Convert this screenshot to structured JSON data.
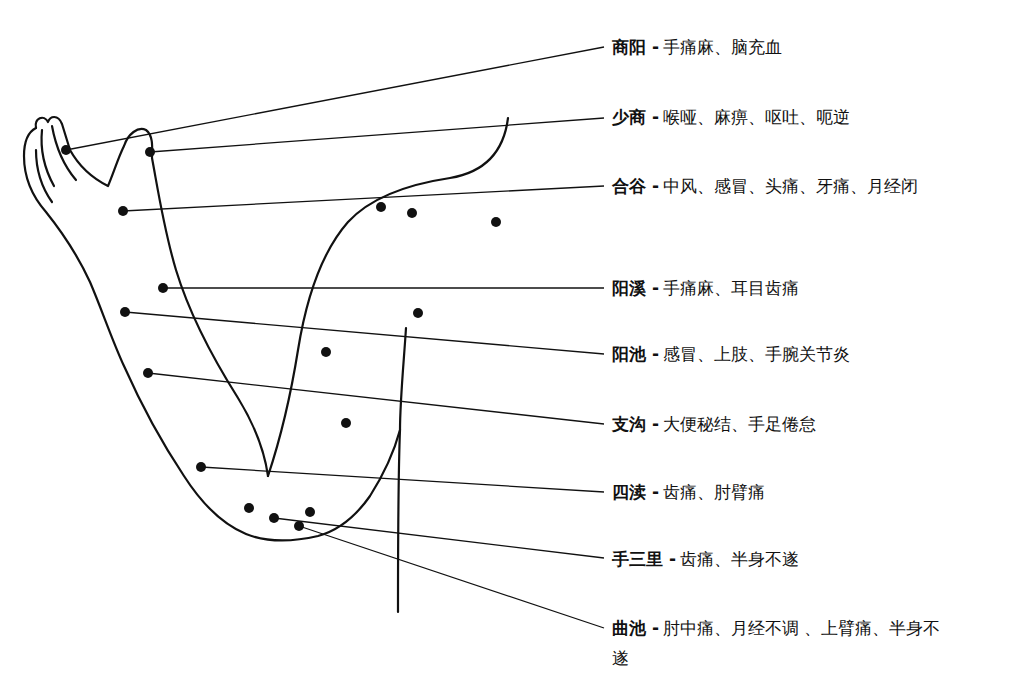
{
  "diagram": {
    "labels": [
      "商阳 -",
      "手痛麻、脑充血",
      "少商 -",
      "喉哑、麻痹、呕吐、呃逆",
      "合谷 -",
      "中风、感冒、头痛、牙痛、月经闭",
      "阳溪 -",
      "手痛麻、耳目齿痛",
      "阳池 -",
      "感冒、上肢、手腕关节炎",
      "支沟 -",
      "大便秘结、手足倦怠",
      "四渎 -",
      "齿痛、肘臂痛",
      "手三里 -",
      "齿痛、半身不遂",
      "曲池 -",
      "肘中痛、月经不调 、上臂痛、半身不遂"
    ]
  }
}
